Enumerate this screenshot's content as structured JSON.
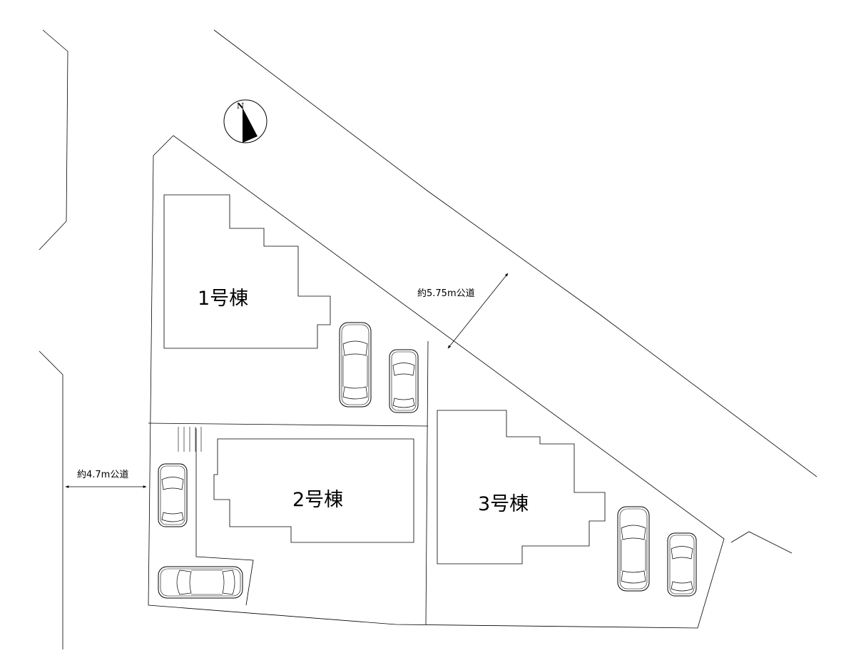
{
  "compass": {
    "label": "N"
  },
  "buildings": [
    {
      "label": "1号棟"
    },
    {
      "label": "2号棟"
    },
    {
      "label": "3号棟"
    }
  ],
  "roads": [
    {
      "label": "約5.75m公道"
    },
    {
      "label": "約4.7m公道"
    }
  ]
}
